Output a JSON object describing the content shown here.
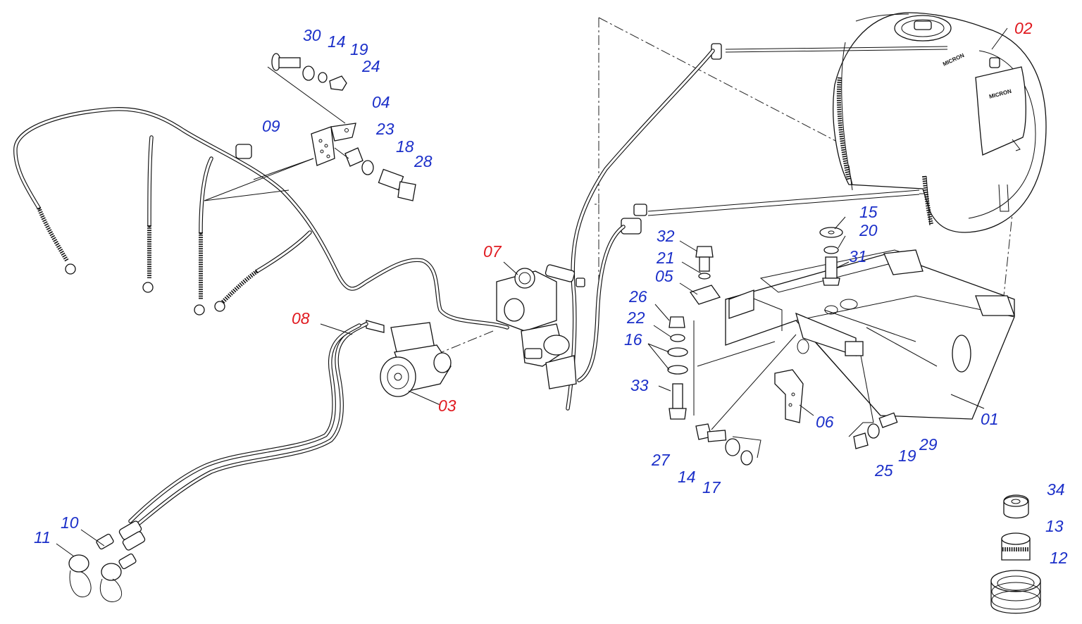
{
  "colors": {
    "new_part_label": "#e0191f",
    "part_label": "#1b2fc9",
    "line_art": "#111111",
    "background": "#ffffff"
  },
  "tank_brand": "MICRON",
  "labels": {
    "p01": "01",
    "p02": "02",
    "p03": "03",
    "p04": "04",
    "p05": "05",
    "p06": "06",
    "p07": "07",
    "p08": "08",
    "p09": "09",
    "p10": "10",
    "p11": "11",
    "p12": "12",
    "p13": "13",
    "p14a": "14",
    "p14b": "14",
    "p15": "15",
    "p16": "16",
    "p17": "17",
    "p18": "18",
    "p19a": "19",
    "p19b": "19",
    "p20": "20",
    "p21": "21",
    "p22": "22",
    "p23": "23",
    "p24": "24",
    "p25": "25",
    "p26": "26",
    "p27": "27",
    "p28": "28",
    "p29": "29",
    "p30": "30",
    "p31": "31",
    "p32": "32",
    "p33": "33",
    "p34": "34"
  }
}
